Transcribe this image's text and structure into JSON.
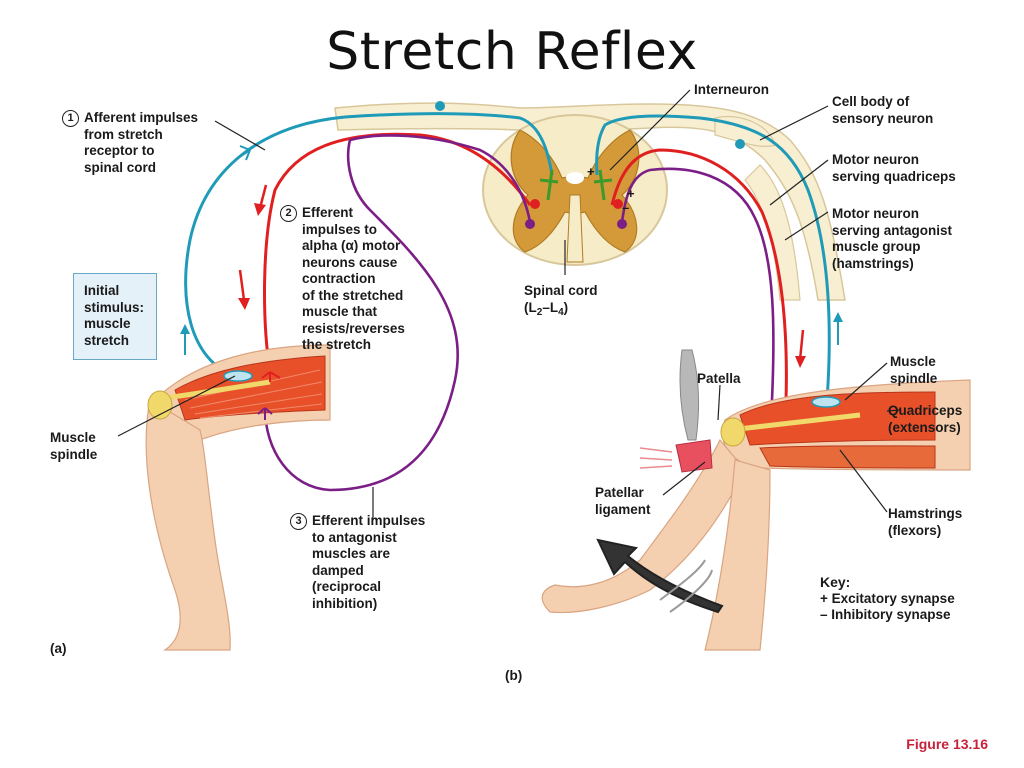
{
  "title": "Stretch Reflex",
  "panels": {
    "a": "(a)",
    "b": "(b)"
  },
  "steps": [
    {
      "num": "1",
      "lines": [
        "Afferent impulses",
        "from stretch",
        "receptor to",
        "spinal cord"
      ]
    },
    {
      "num": "2",
      "lines": [
        "Efferent",
        "impulses to",
        "alpha (α) motor",
        "neurons cause",
        "contraction",
        "of the stretched",
        "muscle that",
        "resists/reverses",
        "the stretch"
      ]
    },
    {
      "num": "3",
      "lines": [
        "Efferent impulses",
        "to antagonist",
        "muscles are",
        "damped",
        "(reciprocal",
        "inhibition)"
      ]
    }
  ],
  "stimulus": {
    "lines": [
      "Initial",
      "stimulus:",
      "muscle",
      "stretch"
    ]
  },
  "labels_a": {
    "muscle_spindle": [
      "Muscle",
      "spindle"
    ]
  },
  "spinal_cord": {
    "line1": "Spinal cord",
    "open": "(L",
    "sub1": "2",
    "dash": "–L",
    "sub2": "4",
    "close": ")"
  },
  "right_labels": {
    "interneuron": "Interneuron",
    "cell_body": [
      "Cell body of",
      "sensory neuron"
    ],
    "motor_quad": [
      "Motor neuron",
      "serving quadriceps"
    ],
    "motor_antag": [
      "Motor neuron",
      "serving antagonist",
      "muscle group",
      "(hamstrings)"
    ],
    "muscle_spindle": [
      "Muscle",
      "spindle"
    ],
    "quadriceps": [
      "Quadriceps",
      "(extensors)"
    ],
    "hamstrings": [
      "Hamstrings",
      "(flexors)"
    ],
    "patella": "Patella",
    "patellar_ligament": [
      "Patellar",
      "ligament"
    ]
  },
  "synapse_signs": {
    "plus": "+",
    "minus": "–"
  },
  "key": {
    "title": "Key:",
    "excitatory": "+  Excitatory synapse",
    "inhibitory": "–  Inhibitory synapse"
  },
  "figure_ref": "Figure 13.16",
  "colors": {
    "sensory": "#1f9bb8",
    "motor": "#e02020",
    "inhibitory": "#7b1e86",
    "interneuron": "#3a9a2a",
    "muscle": "#e8502a",
    "skin": "#f4cfb0",
    "cord_gray": "#d49a3a",
    "cord_white": "#f7ecc8",
    "stimulus_box": "#e4f1f8",
    "figure_ref": "#c8213a"
  },
  "icons": [
    "reflex-hammer-icon",
    "motion-arrow-icon"
  ]
}
